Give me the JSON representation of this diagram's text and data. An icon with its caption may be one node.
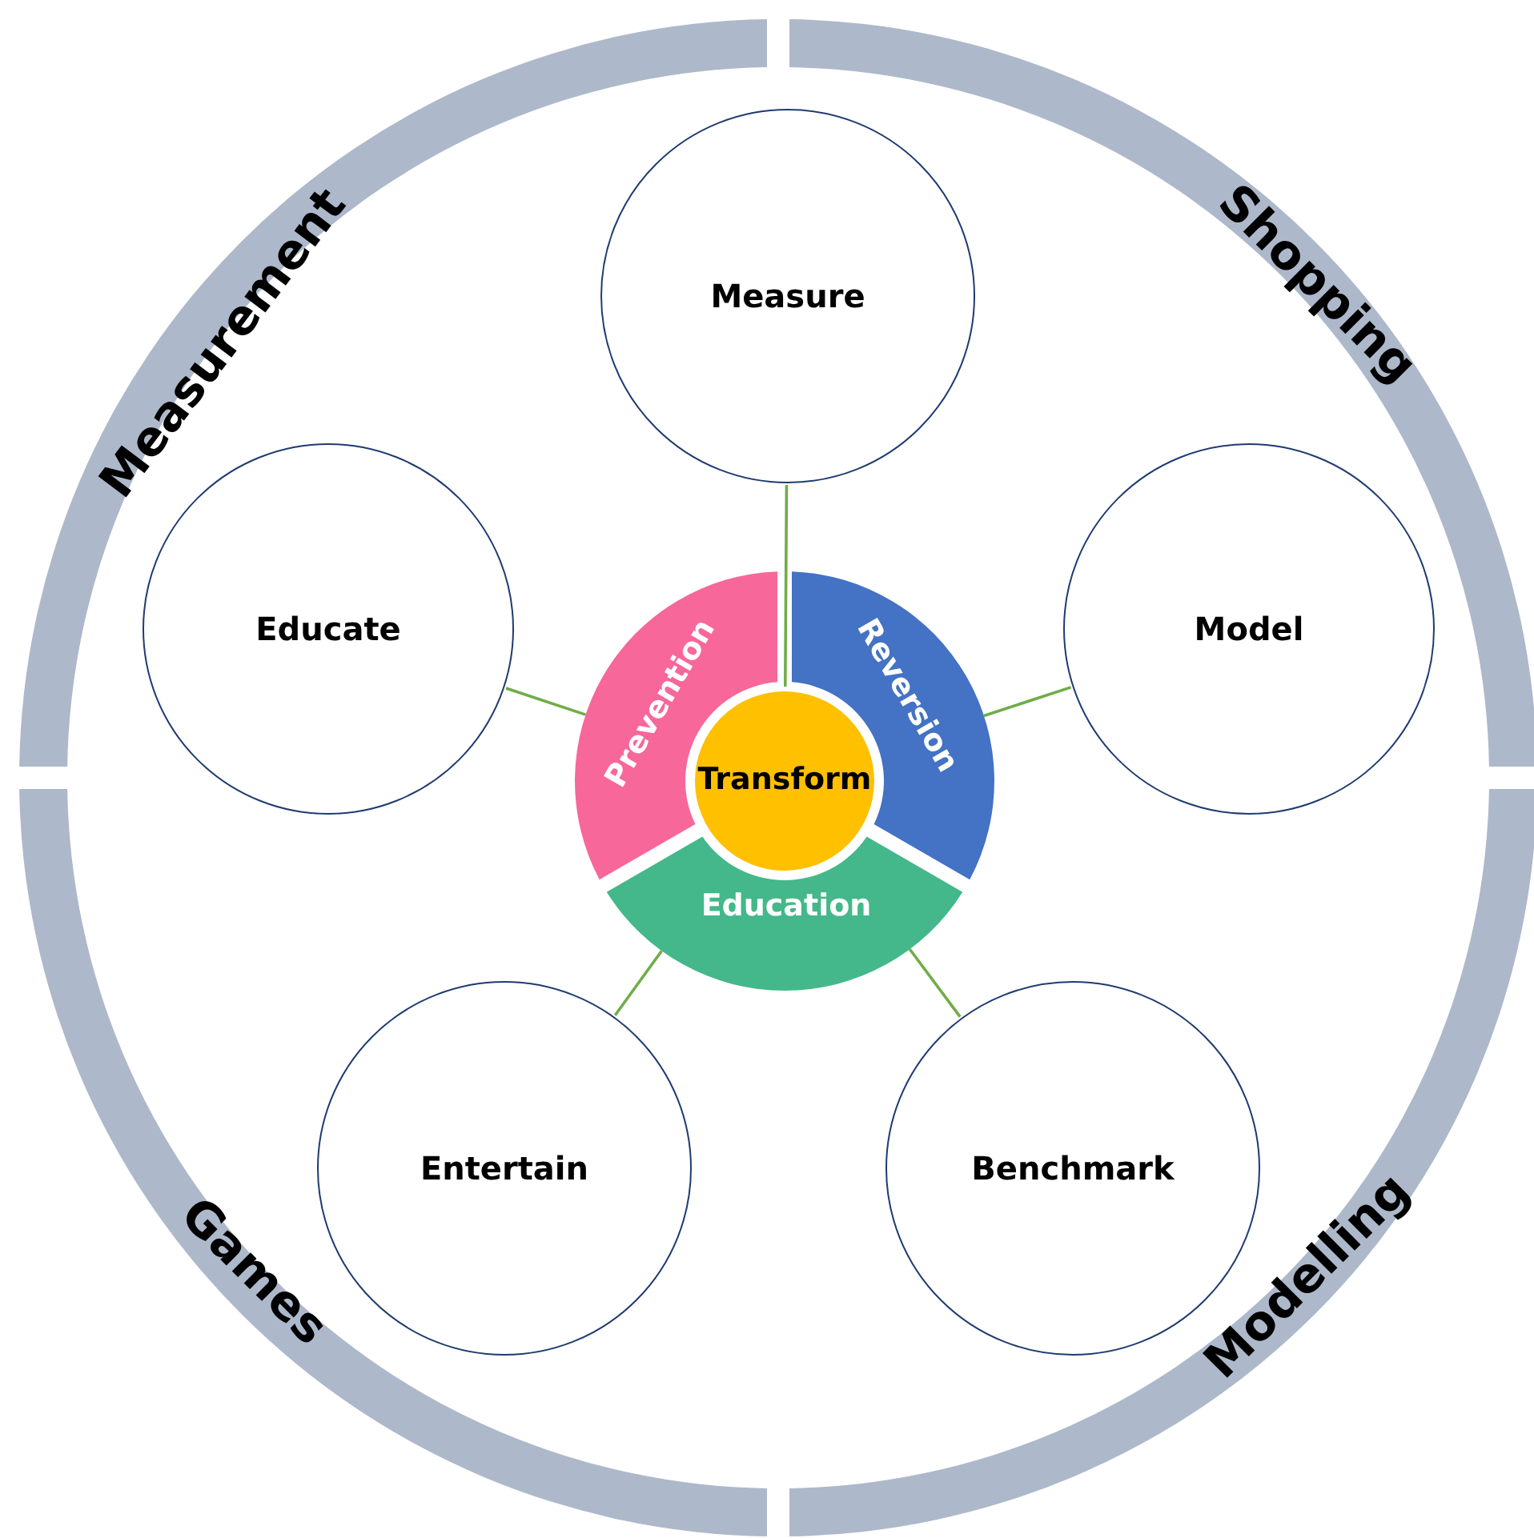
{
  "diagram": {
    "nodes": [
      {
        "text": [
          "Measurement"
        ]
      },
      {
        "text": [
          "Shopping"
        ]
      },
      {
        "text": [
          "Measure"
        ]
      },
      {
        "text": [
          "Educate"
        ]
      },
      {
        "text": [
          "Model"
        ]
      },
      {
        "text": [
          "Prevention"
        ]
      },
      {
        "text": [
          "Reversion"
        ]
      },
      {
        "text": [
          "Transform"
        ]
      },
      {
        "text": [
          "Education"
        ]
      },
      {
        "text": [
          "Entertain"
        ]
      },
      {
        "text": [
          "Benchmark"
        ]
      },
      {
        "text": [
          "Games"
        ]
      },
      {
        "text": [
          "Modelling"
        ]
      }
    ],
    "edges": [
      {
        "from": 2,
        "to": 7,
        "arrow": "none"
      },
      {
        "from": 3,
        "to": 5,
        "arrow": "none"
      },
      {
        "from": 4,
        "to": 6,
        "arrow": "none"
      },
      {
        "from": 9,
        "to": 8,
        "arrow": "none"
      },
      {
        "from": 10,
        "to": 8,
        "arrow": "none"
      }
    ]
  }
}
